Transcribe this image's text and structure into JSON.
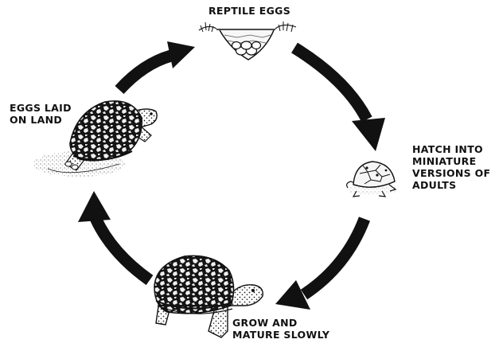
{
  "stages": {
    "reptile_eggs": {
      "lines": [
        "REPTILE EGGS"
      ],
      "icon": "eggs-in-nest-icon"
    },
    "hatch": {
      "lines": [
        "HATCH INTO",
        "MINIATURE",
        "VERSIONS OF",
        "ADULTS"
      ],
      "icon": "hatchling-turtle-icon"
    },
    "grow": {
      "lines": [
        "GROW AND",
        "MATURE SLOWLY"
      ],
      "icon": "adult-turtle-icon"
    },
    "eggs_laid": {
      "lines": [
        "EGGS LAID",
        "ON LAND"
      ],
      "icon": "turtle-laying-eggs-icon"
    }
  },
  "colors": {
    "ink": "#111111",
    "background": "#ffffff",
    "shell_light": "#f2f2f2"
  }
}
